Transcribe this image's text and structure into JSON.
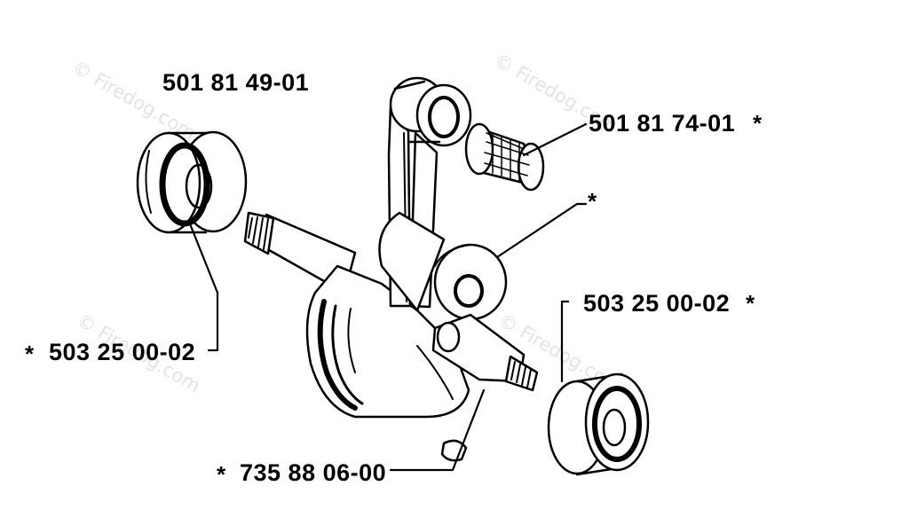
{
  "watermark": {
    "text": "© Firedog.com"
  },
  "parts": [
    {
      "id": "crankshaft",
      "number": "501 81 49-01"
    },
    {
      "id": "needle-bearing",
      "number": "501 81 74-01",
      "marker": "*"
    },
    {
      "id": "right-ball-bearing",
      "number": "503 25 00-02",
      "marker": "*"
    },
    {
      "id": "left-ball-bearing",
      "number": "503 25 00-02",
      "marker": "*"
    },
    {
      "id": "woodruff-key",
      "number": "735 88 06-00",
      "marker": "*"
    }
  ],
  "crank_pin_marker": "*",
  "colors": {
    "line": "#000000",
    "watermark": "#e3e3e3",
    "background": "#ffffff"
  }
}
